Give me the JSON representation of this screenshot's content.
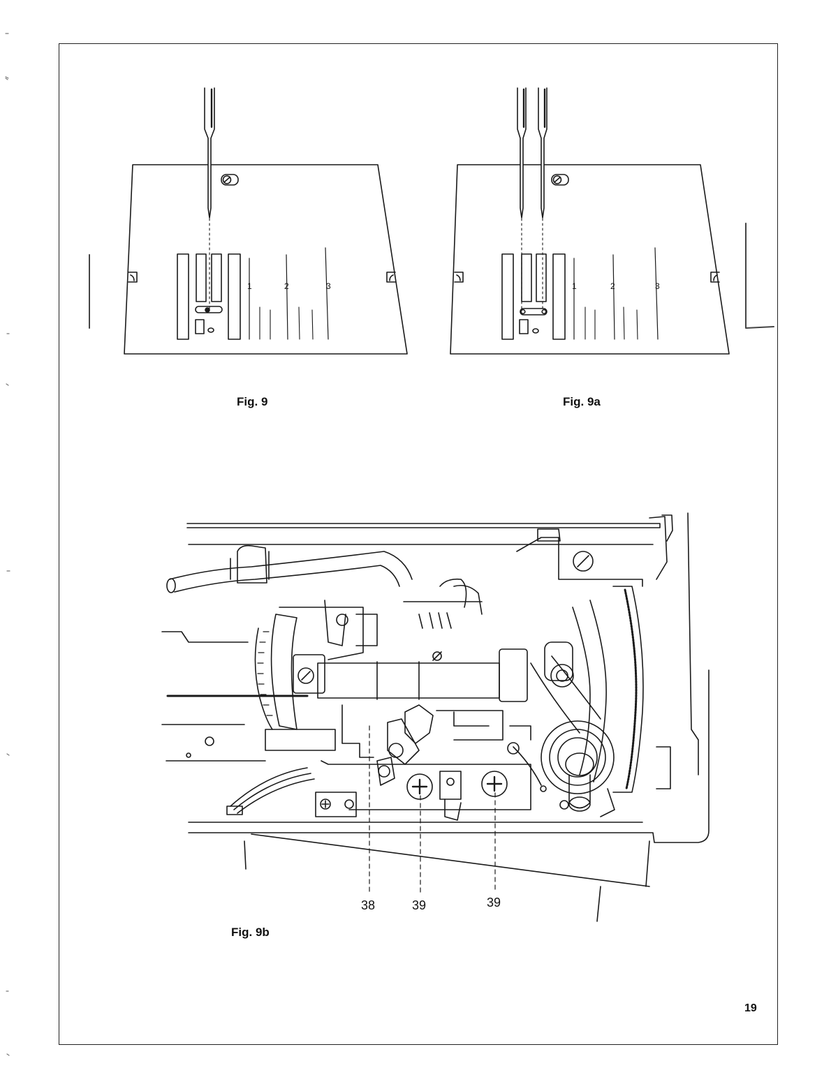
{
  "figures": {
    "fig9": {
      "caption": "Fig. 9",
      "scale_marks": [
        "1",
        "2",
        "3"
      ]
    },
    "fig9a": {
      "caption": "Fig. 9a",
      "scale_marks": [
        "1",
        "2",
        "3"
      ]
    },
    "fig9b": {
      "caption": "Fig. 9b",
      "callouts": [
        "38",
        "39",
        "39"
      ]
    }
  },
  "page_number": "19"
}
